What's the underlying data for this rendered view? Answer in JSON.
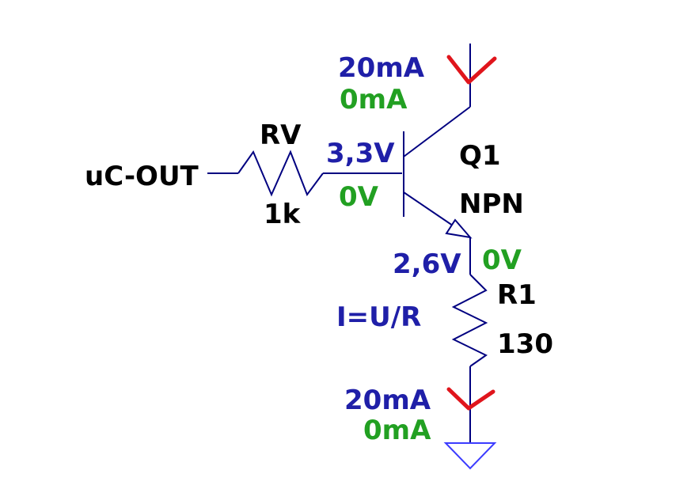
{
  "colors": {
    "wire": "#000080",
    "text_black": "#000000",
    "text_blue": "#1f1fa8",
    "text_green": "#22a022",
    "marker_red": "#e0151c",
    "ground": "#3c3cff"
  },
  "net": {
    "input": "uC-OUT"
  },
  "rv": {
    "name": "RV",
    "value": "1k"
  },
  "q1": {
    "name": "Q1",
    "type": "NPN"
  },
  "r1": {
    "name": "R1",
    "value": "130"
  },
  "annotations": {
    "collector_current_before": "20mA",
    "collector_current_after": "0mA",
    "base_voltage_before": "3,3V",
    "base_voltage_after": "0V",
    "emitter_voltage_before": "2,6V",
    "emitter_voltage_after": "0V",
    "formula": "I=U/R",
    "ground_current_before": "20mA",
    "ground_current_after": "0mA"
  },
  "icons": {
    "current_marker": "red-check-icon",
    "ground": "ground-icon"
  }
}
